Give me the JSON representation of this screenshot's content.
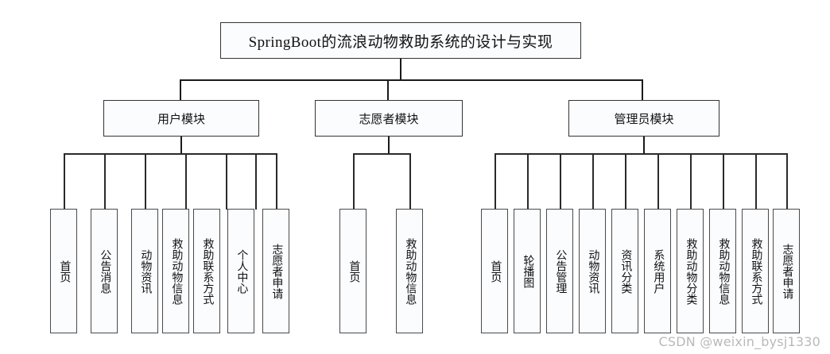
{
  "diagram": {
    "kind": "system-function-tree",
    "title": "SpringBoot的流浪动物救助系统的设计与实现",
    "modules": [
      {
        "id": "user",
        "label": "用户模块",
        "leaves": [
          "首页",
          "公告消息",
          "动物资讯",
          "救助动物信息",
          "救助联系方式",
          "个人中心",
          "志愿者申请"
        ]
      },
      {
        "id": "volunteer",
        "label": "志愿者模块",
        "leaves": [
          "首页",
          "救助动物信息"
        ]
      },
      {
        "id": "admin",
        "label": "管理员模块",
        "leaves": [
          "首页",
          "轮播图",
          "公告管理",
          "动物资讯",
          "资讯分类",
          "系统用户",
          "救助动物分类",
          "救助动物信息",
          "救助联系方式",
          "志愿者申请"
        ]
      }
    ]
  },
  "watermark": {
    "text": "CSDN @weixin_bysj1330"
  },
  "colors": {
    "line": "#1a1a1a",
    "box_border": "#333333",
    "box_fill": "#fbfcfe",
    "text": "#111111",
    "watermark": "#b9b9b9"
  }
}
